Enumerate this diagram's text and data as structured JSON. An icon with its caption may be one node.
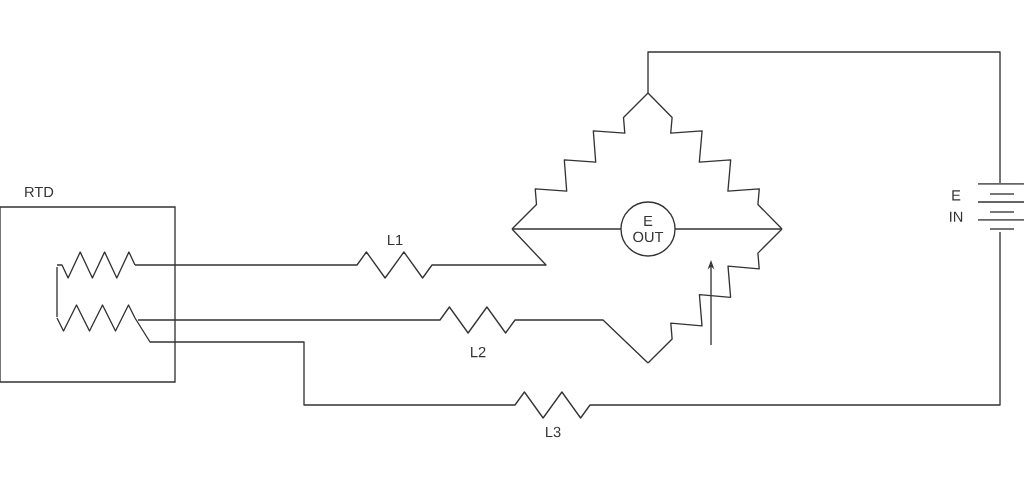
{
  "diagram": {
    "nodes": [
      {
        "text": [
          "RTD"
        ]
      },
      {
        "text": [
          "E OUT"
        ]
      }
    ],
    "labels": [
      "L1",
      "L2",
      "L3",
      "E IN"
    ]
  }
}
